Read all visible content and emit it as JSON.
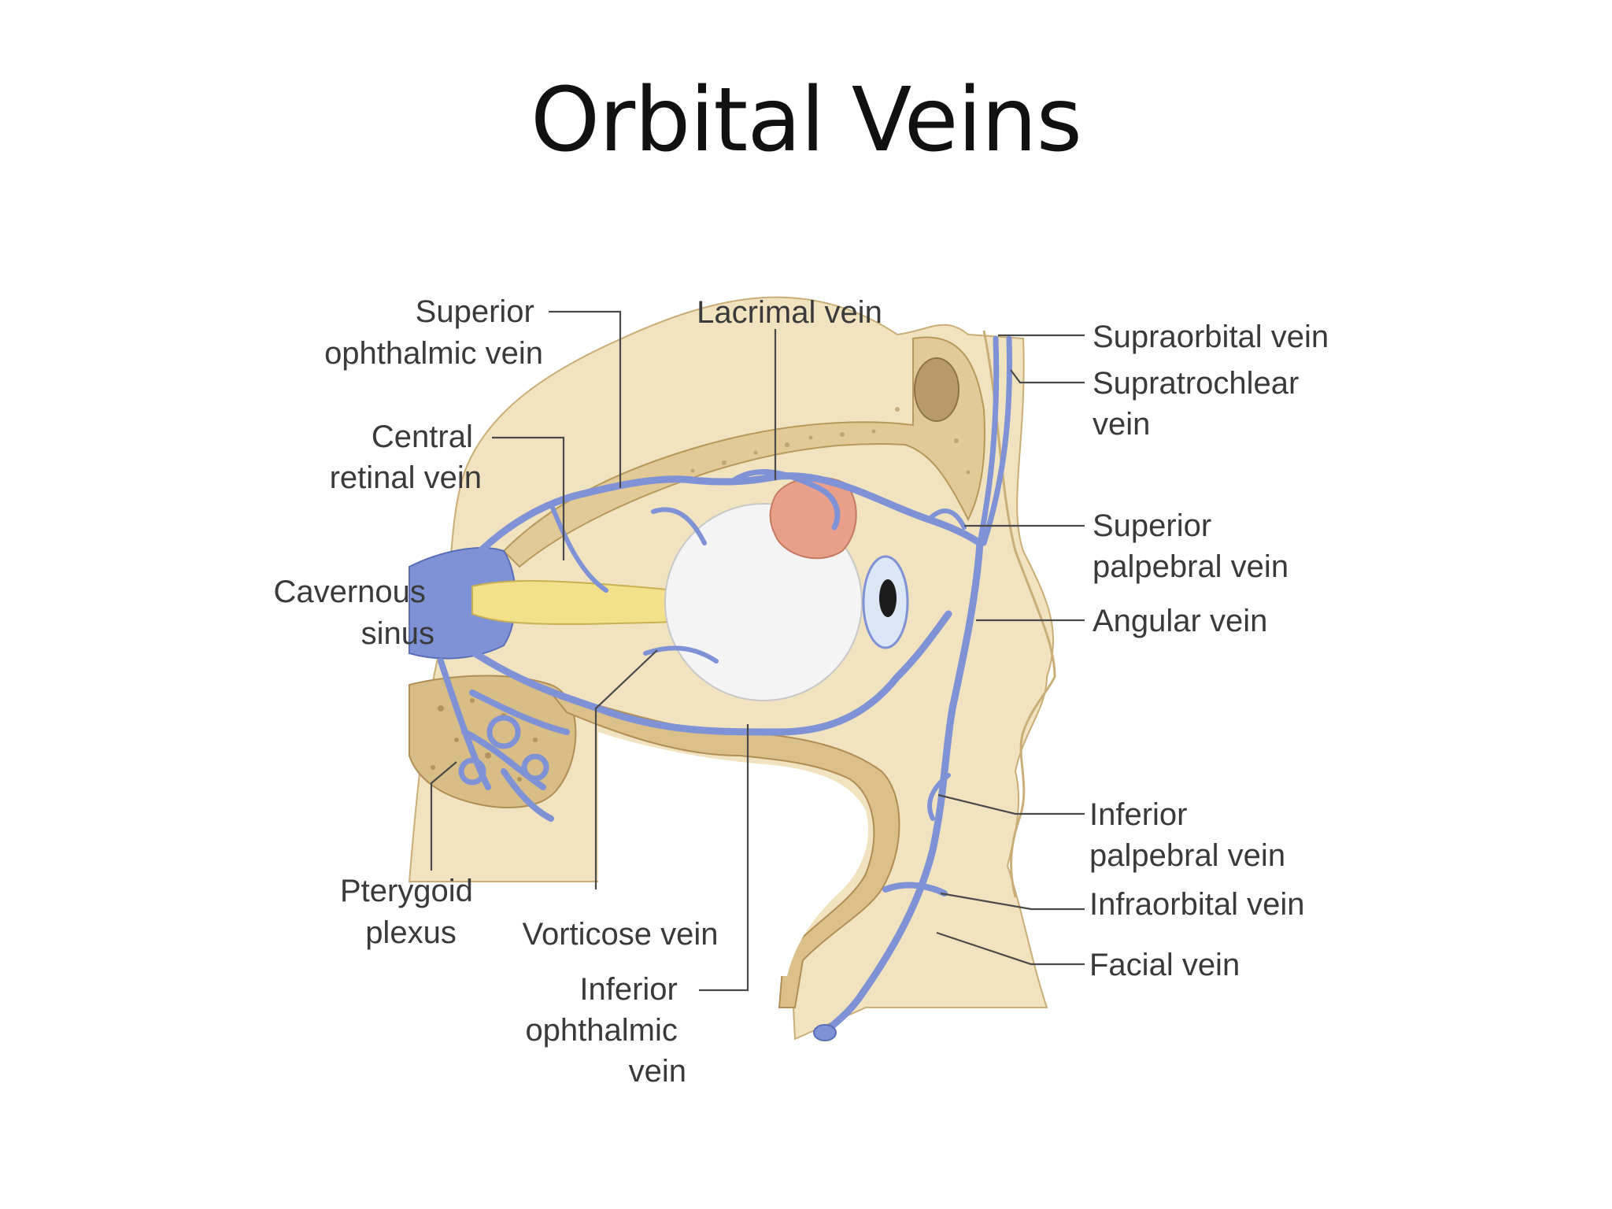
{
  "slide": {
    "title": "Orbital Veins"
  },
  "labels": {
    "superior_ophthalmic_vein": [
      "Superior",
      "ophthalmic vein"
    ],
    "lacrimal_vein": [
      "Lacrimal vein"
    ],
    "central_retinal_vein": [
      "Central",
      "retinal vein"
    ],
    "cavernous_sinus": [
      "Cavernous",
      "sinus"
    ],
    "pterygoid_plexus": [
      "Pterygoid",
      "plexus"
    ],
    "vorticose_vein": [
      "Vorticose vein"
    ],
    "inferior_ophthalmic_vein": [
      "Inferior",
      "ophthalmic",
      "vein"
    ],
    "supraorbital_vein": [
      "Supraorbital vein"
    ],
    "supratrochlear_vein": [
      "Supratrochlear",
      "vein"
    ],
    "superior_palpebral_vein": [
      "Superior",
      "palpebral vein"
    ],
    "angular_vein": [
      "Angular vein"
    ],
    "inferior_palpebral_vein": [
      "Inferior",
      "palpebral vein"
    ],
    "infraorbital_vein": [
      "Infraorbital vein"
    ],
    "facial_vein": [
      "Facial vein"
    ]
  },
  "colors": {
    "bone": "#e8d3a6",
    "soft_tissue": "#f1e3c0",
    "vein": "#7f92d6",
    "globe": "#f4f4f4",
    "lacrimal_gland": "#e8a08a",
    "optic_nerve": "#f3e08a"
  }
}
